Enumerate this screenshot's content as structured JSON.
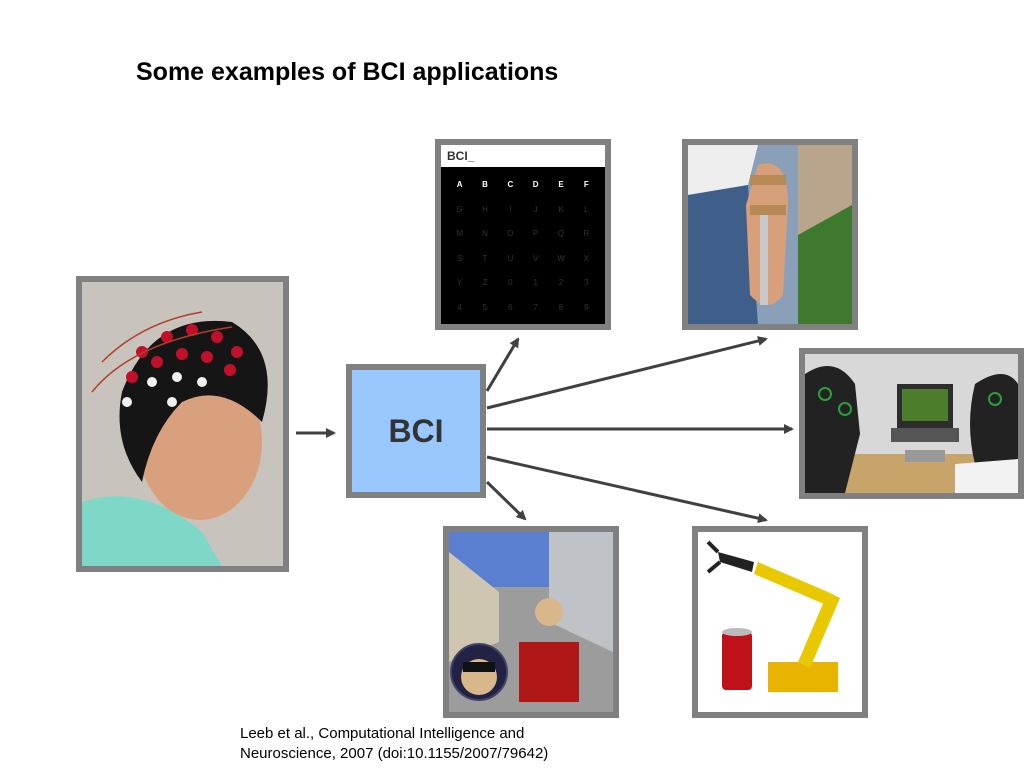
{
  "slide": {
    "title": "Some examples of BCI applications",
    "center_label": "BCI",
    "citation_line1": "Leeb et al., Computational Intelligence and",
    "citation_line2": "Neuroscience, 2007 (doi:10.1155/2007/79642)"
  },
  "speller": {
    "header": "BCI_",
    "cells": [
      "A",
      "B",
      "C",
      "D",
      "E",
      "F",
      "G",
      "H",
      "I",
      "J",
      "K",
      "L",
      "M",
      "N",
      "O",
      "P",
      "Q",
      "R",
      "S",
      "T",
      "U",
      "V",
      "W",
      "X",
      "Y",
      "Z",
      "0",
      "1",
      "2",
      "3",
      "4",
      "5",
      "6",
      "7",
      "8",
      "9"
    ]
  },
  "colors": {
    "frame": "#808080",
    "bci_fill": "#99c7ff",
    "arrow": "#404040"
  }
}
